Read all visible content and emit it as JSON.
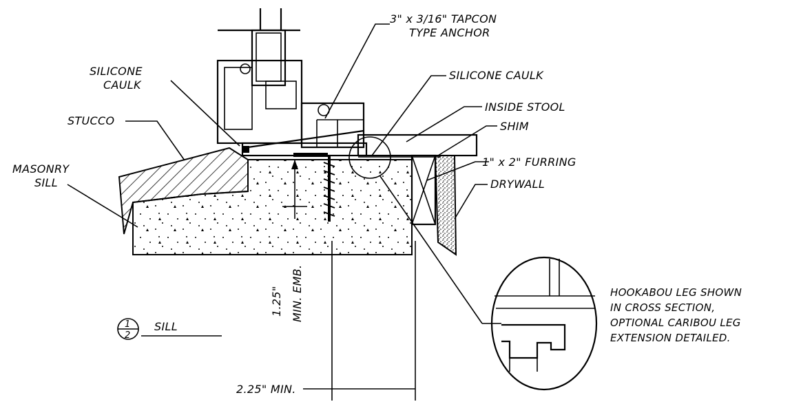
{
  "labels": {
    "anchor_line1": "3\" x 3/16\" TAPCON",
    "anchor_line2": "TYPE ANCHOR",
    "silicone_caulk_left_1": "SILICONE",
    "silicone_caulk_left_2": "CAULK",
    "silicone_caulk_right": "SILICONE CAULK",
    "inside_stool": "INSIDE STOOL",
    "shim": "SHIM",
    "stucco": "STUCCO",
    "furring": "1\" x 2\" FURRING",
    "masonry_sill_1": "MASONRY",
    "masonry_sill_2": "SILL",
    "drywall": "DRYWALL",
    "embed_value": "1.25\"",
    "embed_text": "MIN. EMB.",
    "width_dim": "2.25\" MIN.",
    "detail_num_top": "1",
    "detail_num_bottom": "2",
    "detail_title": "SILL",
    "note_line1": "HOOKABOU LEG SHOWN",
    "note_line2": "IN CROSS SECTION,",
    "note_line3": "OPTIONAL CARIBOU LEG",
    "note_line4": "EXTENSION DETAILED."
  }
}
